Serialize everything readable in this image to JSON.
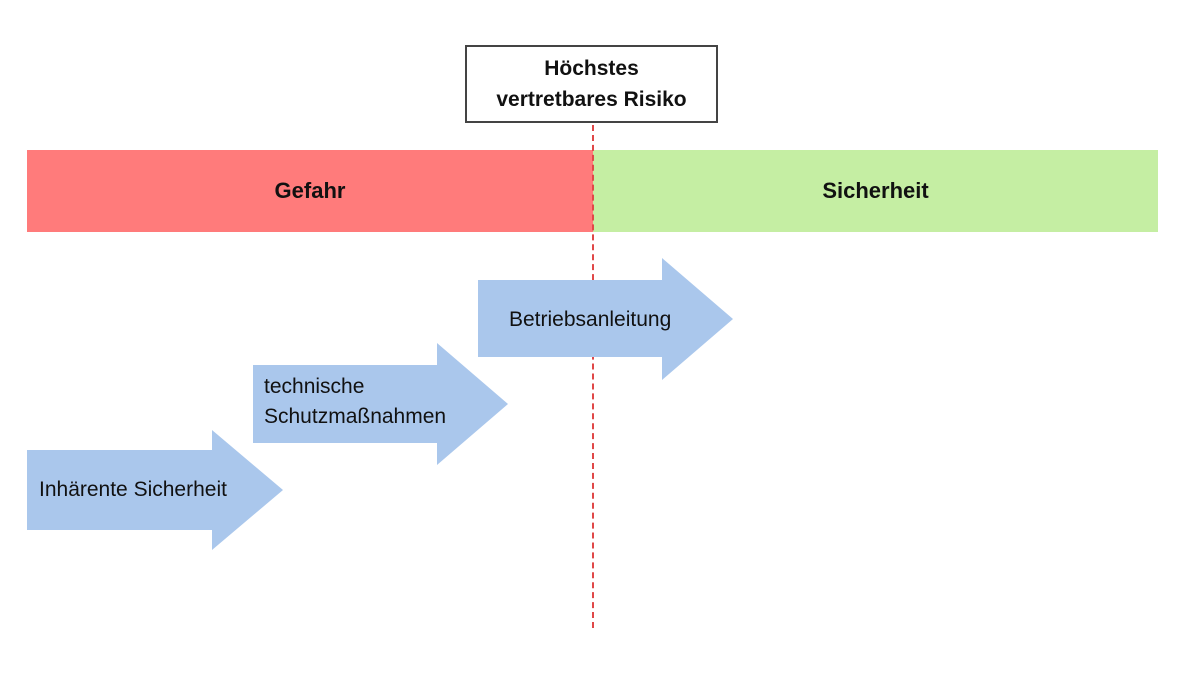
{
  "colors": {
    "danger": "#ff7b7b",
    "safety": "#c5eea3",
    "arrow": "#aac7ec",
    "threshold_line": "#e04848"
  },
  "threshold": {
    "line1": "Höchstes",
    "line2": "vertretbares Risiko"
  },
  "zones": {
    "danger": "Gefahr",
    "safety": "Sicherheit"
  },
  "steps": [
    {
      "lines": [
        "Inhärente Sicherheit"
      ]
    },
    {
      "lines": [
        "technische",
        "Schutzmaßnahmen"
      ]
    },
    {
      "lines": [
        "Betriebsanleitung"
      ]
    }
  ]
}
